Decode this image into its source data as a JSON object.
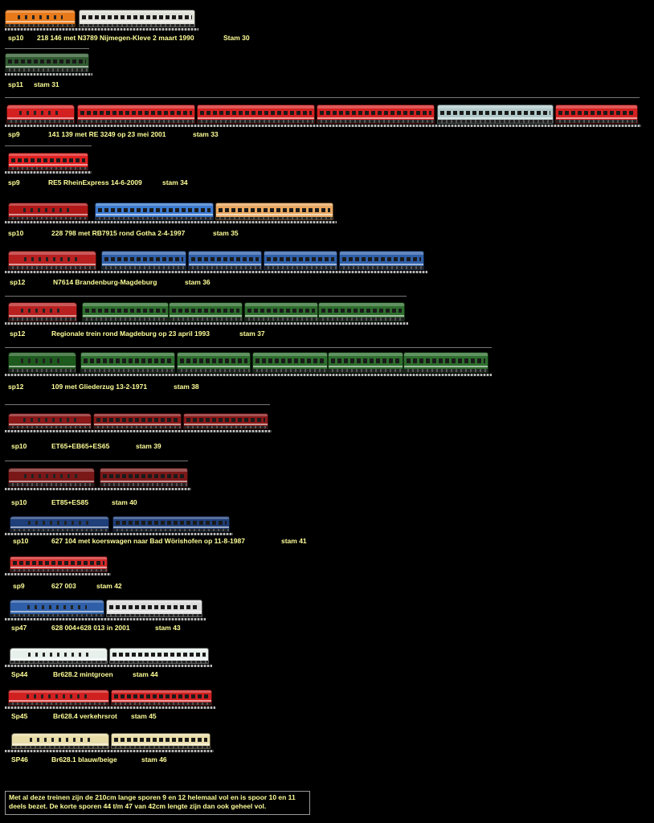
{
  "trains": [
    {
      "spoor": "sp10",
      "desc": "218 146 met N3789 Nijmegen-Kleve 2 maart 1990",
      "stam": "Stam 30",
      "colors": [
        "#e87a1a",
        "#e0e0d8"
      ]
    },
    {
      "spoor": "sp11",
      "desc": "",
      "stam": "stam 31",
      "colors": [
        "#2f5a2f"
      ]
    },
    {
      "spoor": "sp9",
      "desc": "141 139 met RE 3249 op 23 mei 2001",
      "stam": "stam 33",
      "colors": [
        "#d42020",
        "#d42020",
        "#d42020",
        "#d42020",
        "#b0c8c8",
        "#d42020"
      ]
    },
    {
      "spoor": "sp9",
      "desc": "RE5 RheinExpress 14-6-2009",
      "stam": "stam 34",
      "colors": [
        "#e02020"
      ]
    },
    {
      "spoor": "sp10",
      "desc": "228 798 met RB7915 rond Gotha 2-4-1997",
      "stam": "stam 35",
      "colors": [
        "#b01818",
        "#3c7ad0",
        "#e8a860"
      ]
    },
    {
      "spoor": "sp12",
      "desc": "N7614 Brandenburg-Magdeburg",
      "stam": "stam 36",
      "colors": [
        "#b82020",
        "#2f5fa8",
        "#2f5fa8",
        "#2f5fa8",
        "#2f5fa8"
      ]
    },
    {
      "spoor": "sp12",
      "desc": "Regionale trein rond Magdeburg op 23 april 1993",
      "stam": "stam 37",
      "colors": [
        "#b82020",
        "#2d6e2d",
        "#2d6e2d",
        "#2d6e2d",
        "#2d6e2d"
      ]
    },
    {
      "spoor": "sp12",
      "desc": "109 met Gliederzug 13-2-1971",
      "stam": "stam 38",
      "colors": [
        "#1d5a1d",
        "#2d6e2d",
        "#2d6e2d",
        "#2d6e2d",
        "#2d6e2d",
        "#2d6e2d"
      ]
    },
    {
      "spoor": "sp10",
      "desc": "ET65+EB65+ES65",
      "stam": "stam 39",
      "colors": [
        "#8a1818",
        "#8a1818",
        "#8a1818"
      ]
    },
    {
      "spoor": "sp10",
      "desc": "ET85+ES85",
      "stam": "stam 40",
      "colors": [
        "#7a1818",
        "#7a1818"
      ]
    },
    {
      "spoor": "sp10",
      "desc": "627 104 met koerswagen naar Bad Wörishofen op 11-8-1987",
      "stam": "stam 41",
      "colors": [
        "#1f3f7a",
        "#1f3f7a"
      ]
    },
    {
      "spoor": "sp9",
      "desc": "627 003",
      "stam": "stam 42",
      "colors": [
        "#d02828"
      ]
    },
    {
      "spoor": "sp47",
      "desc": "628 004+628 013 in 2001",
      "stam": "stam 43",
      "colors": [
        "#2f5fa8",
        "#dcdcdc"
      ]
    },
    {
      "spoor": "Sp44",
      "desc": "Br628.2 mintgroen",
      "stam": "stam 44",
      "colors": [
        "#e8f0ec",
        "#e8f0ec"
      ]
    },
    {
      "spoor": "Sp45",
      "desc": "Br628.4 verkehrsrot",
      "stam": "stam 45",
      "colors": [
        "#d02020",
        "#d02020"
      ]
    },
    {
      "spoor": "SP46",
      "desc": "Br628.1 blauw/beige",
      "stam": "stam 46",
      "colors": [
        "#e8dca8",
        "#e8dca8"
      ]
    }
  ],
  "note": "Met al deze treinen zijn de 210cm lange sporen 9 en 12 helemaal vol en is spoor  10 en 11 deels bezet. De korte sporen 44 t/m 47 van 42cm lengte zijn dan ook geheel vol."
}
